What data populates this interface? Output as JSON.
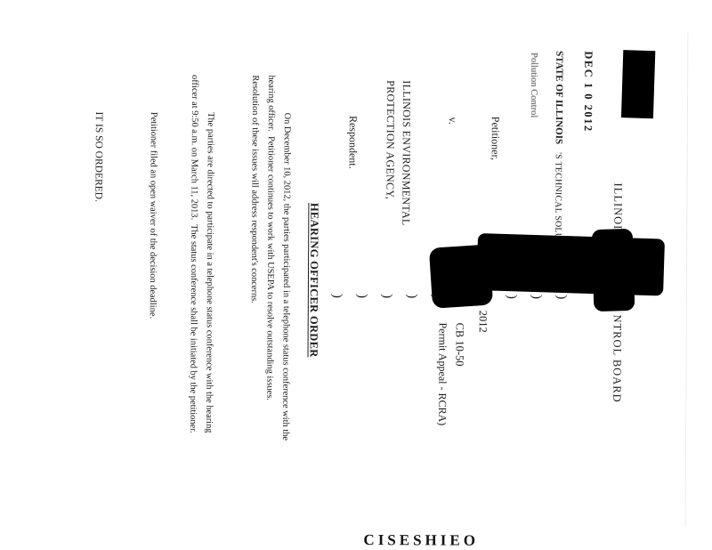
{
  "colors": {
    "ink": "#1c1c1c",
    "redaction": "#000000",
    "stamp_faded": "#6b6b6b"
  },
  "document": {
    "stamp": {
      "date": "DEC 1 0 2012",
      "state_line": "STATE OF ILLINOIS",
      "board_line": "Pollution Control"
    },
    "header": {
      "full": "ILLINOIS POLLUTION CONTROL BOARD",
      "visible_left": "ILLINOIS",
      "visible_right": "NTROL BOARD"
    },
    "caption": {
      "petitioner_name_fragment": "'S TECHNICAL SOLUTI",
      "petitioner_label": "Petitioner,",
      "versus": "v.",
      "respondent_name_line1": "ILLINOIS ENVIRONMENTAL",
      "respondent_name_line2": "PROTECTION AGENCY,",
      "respondent_label": "Respondent.",
      "paren": ")",
      "docket_year": "2012",
      "docket_number": "CB 10-50",
      "docket_type": "Permit Appeal - RCRA)"
    },
    "title": "HEARING OFFICER ORDER",
    "paragraphs": [
      {
        "lines": [
          "On December 10, 2012, the parties participated in a telephone status conference with the",
          "hearing officer.  Petitioner continues to work with USEPA to resolve outstanding issues.",
          "Resolution of these issues will address respondent's concerns."
        ]
      },
      {
        "lines": [
          "The parties are directed to participate in a telephone status conference with the hearing",
          "officer at 9:50 a.m. on March 11, 2013.  The status conference shall be initiated by the petitioner."
        ]
      },
      {
        "lines": [
          "Petitioner filed an open waiver of the decision deadline."
        ]
      }
    ],
    "closing": "IT IS SO ORDERED.",
    "edge_artifact": "CISESHIEO"
  }
}
